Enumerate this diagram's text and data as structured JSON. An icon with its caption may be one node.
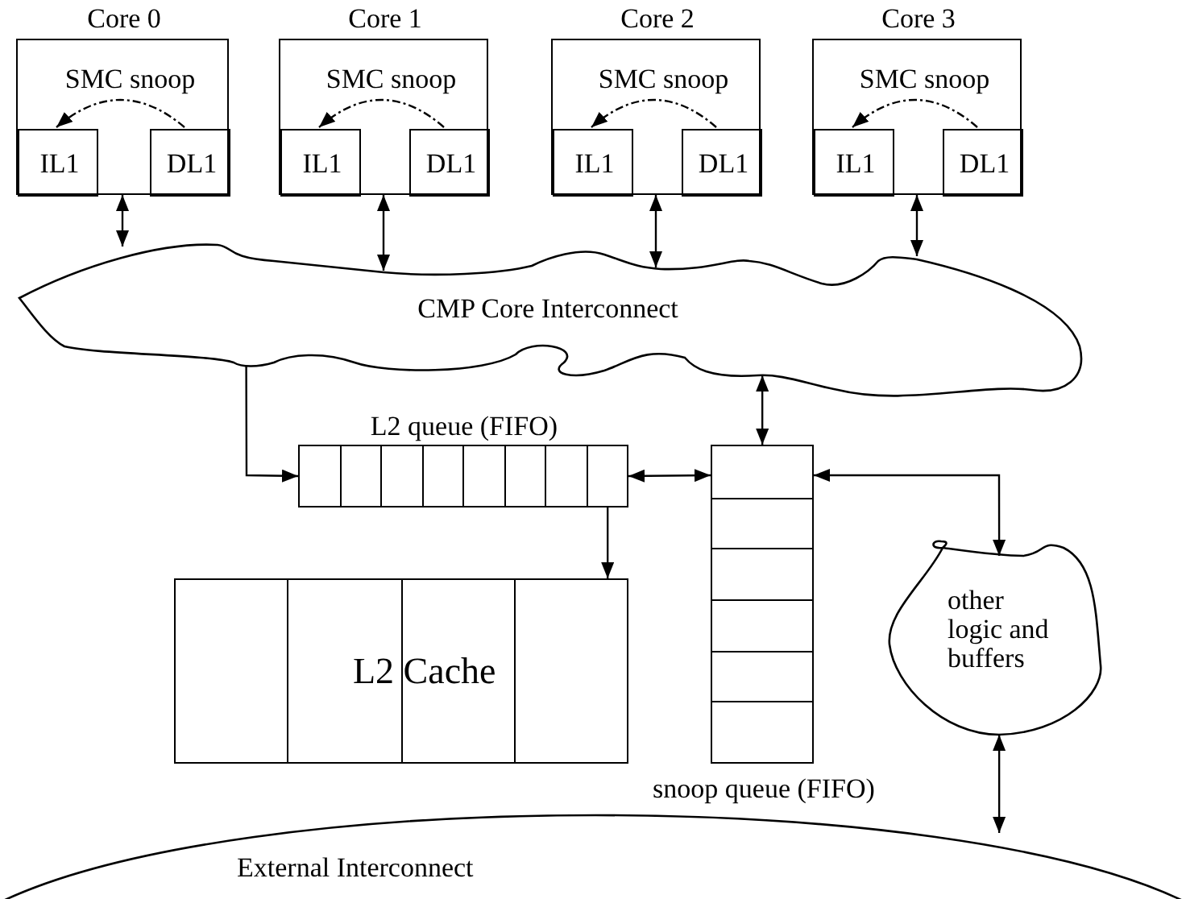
{
  "diagram": {
    "nodes": [
      {
        "text": [
          "Core 0"
        ]
      },
      {
        "text": [
          "IL1"
        ],
        "in": 0
      },
      {
        "text": [
          "DL1"
        ],
        "in": 0
      },
      {
        "text": [
          "Core 1"
        ]
      },
      {
        "text": [
          "IL1"
        ],
        "in": 3
      },
      {
        "text": [
          "DL1"
        ],
        "in": 3
      },
      {
        "text": [
          "Core 2"
        ]
      },
      {
        "text": [
          "IL1"
        ],
        "in": 6
      },
      {
        "text": [
          "DL1"
        ],
        "in": 6
      },
      {
        "text": [
          "Core 3"
        ]
      },
      {
        "text": [
          "IL1"
        ],
        "in": 9
      },
      {
        "text": [
          "DL1"
        ],
        "in": 9
      },
      {
        "text": [
          "CMP Core Interconnect"
        ]
      },
      {
        "text": [
          "L2 queue (FIFO)"
        ]
      },
      {
        "text": [
          "snoop queue (FIFO)"
        ]
      },
      {
        "text": [
          "L2 Cache"
        ]
      },
      {
        "text": [
          "other logic and buffers"
        ]
      },
      {
        "text": [
          "External Interconnect"
        ]
      }
    ],
    "edges": [
      {
        "from": 2,
        "to": 1,
        "arrow": "to",
        "label": "SMC snoop",
        "style": "dashed"
      },
      {
        "from": 5,
        "to": 4,
        "arrow": "to",
        "label": "SMC snoop",
        "style": "dashed"
      },
      {
        "from": 8,
        "to": 7,
        "arrow": "to",
        "label": "SMC snoop",
        "style": "dashed"
      },
      {
        "from": 11,
        "to": 10,
        "arrow": "to",
        "label": "SMC snoop",
        "style": "dashed"
      },
      {
        "from": 0,
        "to": 12,
        "arrow": "both"
      },
      {
        "from": 3,
        "to": 12,
        "arrow": "both"
      },
      {
        "from": 6,
        "to": 12,
        "arrow": "both"
      },
      {
        "from": 9,
        "to": 12,
        "arrow": "both"
      },
      {
        "from": 12,
        "to": 13,
        "arrow": "to"
      },
      {
        "from": 13,
        "to": 15,
        "arrow": "to"
      },
      {
        "from": 13,
        "to": 14,
        "arrow": "both"
      },
      {
        "from": 12,
        "to": 14,
        "arrow": "both"
      },
      {
        "from": 14,
        "to": 16,
        "arrow": "both"
      },
      {
        "from": 16,
        "to": 17,
        "arrow": "both"
      }
    ]
  }
}
